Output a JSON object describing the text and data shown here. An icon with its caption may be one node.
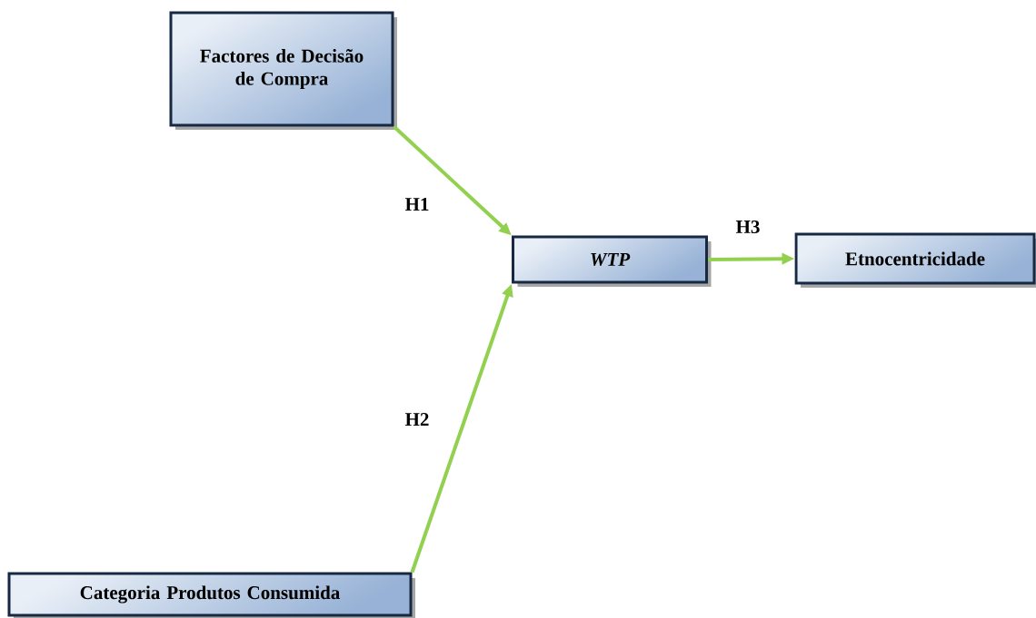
{
  "diagram": {
    "nodes": [
      {
        "text": [
          "Factores de Decisão de Compra"
        ]
      },
      {
        "text": [
          "WTP"
        ]
      },
      {
        "text": [
          "Etnocentricidade"
        ]
      },
      {
        "text": [
          "Categoria Produtos Consumida"
        ]
      }
    ],
    "edges": [
      {
        "from": 0,
        "to": 1,
        "arrow": "to",
        "label": "H1"
      },
      {
        "from": 1,
        "to": 2,
        "arrow": "to",
        "label": "H3"
      },
      {
        "from": 3,
        "to": 1,
        "arrow": "to",
        "label": "H2"
      }
    ]
  }
}
